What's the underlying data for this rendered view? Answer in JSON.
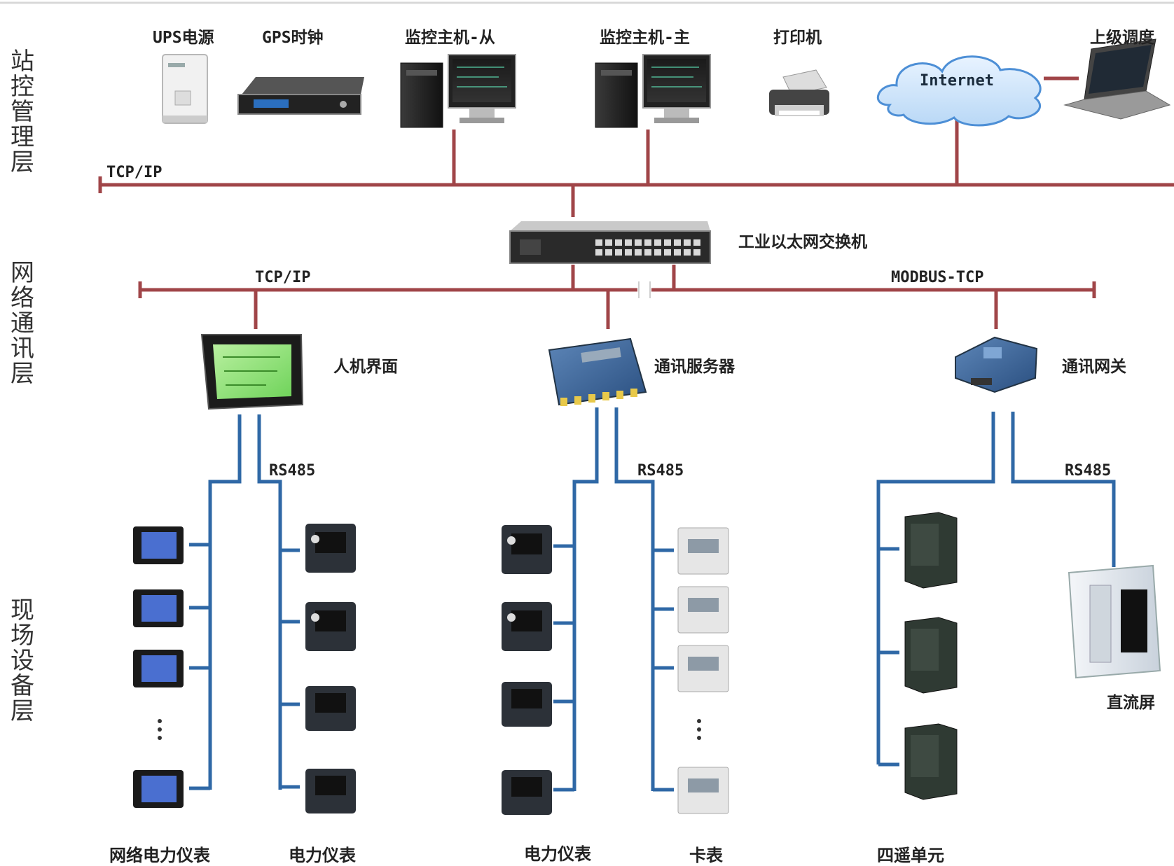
{
  "layers": {
    "station": "站控管理层",
    "network": "网络通讯层",
    "field": "现场设备层"
  },
  "devices": {
    "ups": "UPS电源",
    "gps": "GPS时钟",
    "host_slave": "监控主机-从",
    "host_master": "监控主机-主",
    "printer": "打印机",
    "internet": "Internet",
    "dispatch": "上级调度",
    "switch": "工业以太网交换机",
    "hmi": "人机界面",
    "comm_server": "通讯服务器",
    "gateway": "通讯网关",
    "dc_panel": "直流屏"
  },
  "buses": {
    "tcp_top": "TCP/IP",
    "tcp_mid": "TCP/IP",
    "modbus": "MODBUS-TCP",
    "rs485_1": "RS485",
    "rs485_2": "RS485",
    "rs485_3": "RS485"
  },
  "bottom_labels": {
    "net_meter": "网络电力仪表",
    "power_meter_1": "电力仪表",
    "power_meter_2": "电力仪表",
    "rail_meter": "卡表",
    "remote_unit": "四遥单元"
  },
  "colors": {
    "tcp_line": "#a04548",
    "rs485_line": "#2f68a6"
  }
}
